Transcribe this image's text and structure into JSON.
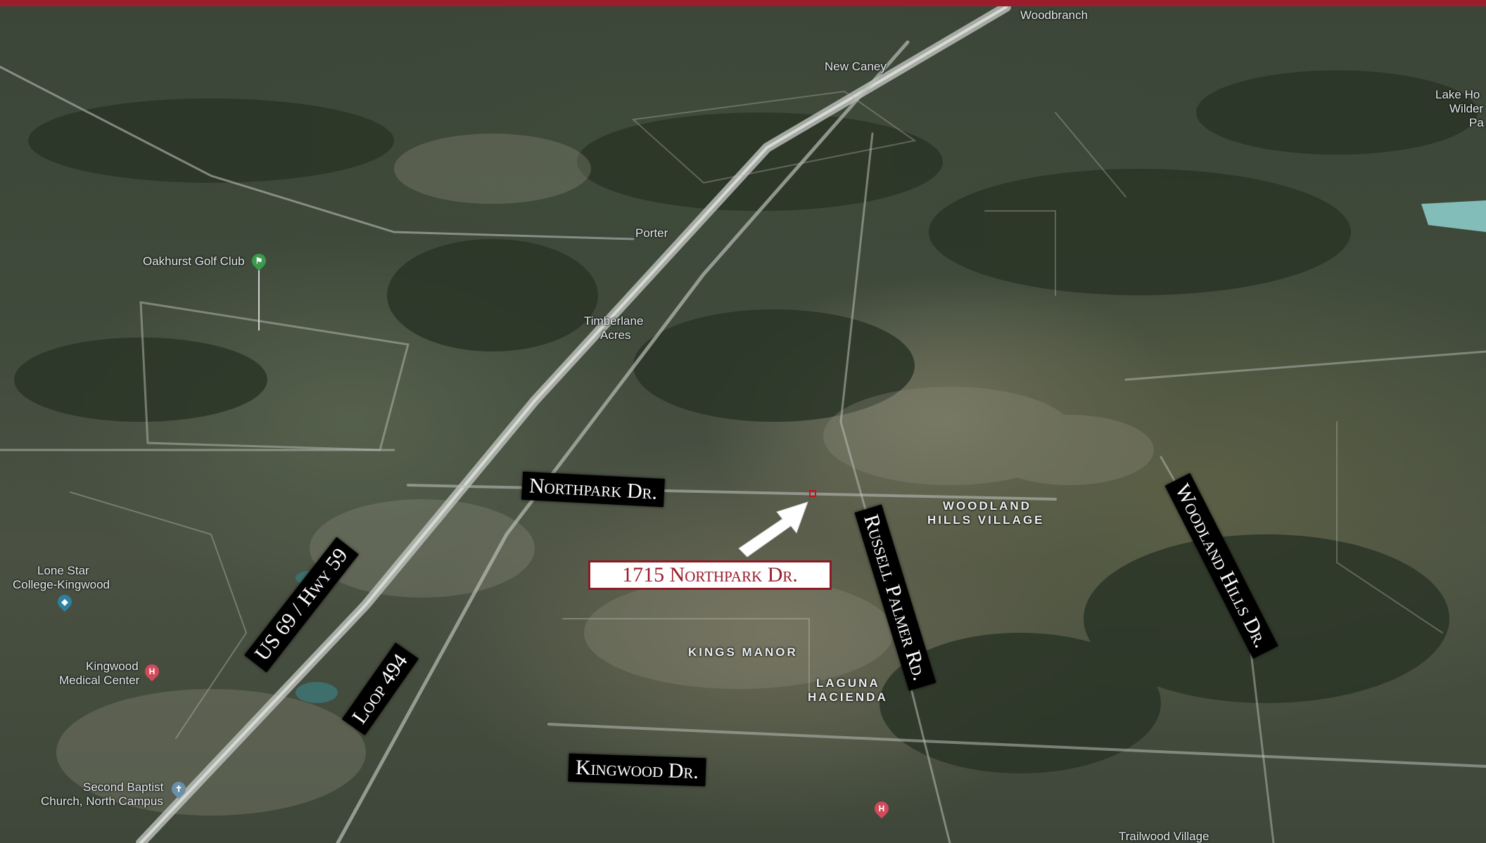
{
  "map": {
    "accent_color": "#9b1c2a",
    "property_callout": "1715 Northpark Dr.",
    "road_labels": {
      "northpark": "Northpark Dr.",
      "us69": "US 69 / Hwy 59",
      "loop494": "Loop 494",
      "russell_palmer": "Russell Palmer Rd.",
      "woodland_hills": "Woodland Hills Dr.",
      "kingwood": "Kingwood Dr."
    },
    "places": {
      "woodbranch": "Woodbranch",
      "new_caney": "New Caney",
      "lake_houston_1": "Lake Ho",
      "lake_houston_2": "Wilder",
      "lake_houston_3": "Pa",
      "porter": "Porter",
      "oakhurst": "Oakhurst Golf Club",
      "timberlane_1": "Timberlane",
      "timberlane_2": "Acres",
      "woodland_village_1": "WOODLAND",
      "woodland_village_2": "HILLS VILLAGE",
      "lone_star_1": "Lone Star",
      "lone_star_2": "College-Kingwood",
      "kingwood_med_1": "Kingwood",
      "kingwood_med_2": "Medical Center",
      "kings_manor": "KINGS MANOR",
      "laguna_1": "LAGUNA",
      "laguna_2": "HACIENDA",
      "second_baptist_1": "Second Baptist",
      "second_baptist_2": "Church, North Campus",
      "trailwood": "Trailwood Village"
    },
    "icons": {
      "golf": "golf-flag-icon",
      "college": "school-icon",
      "hospital": "hospital-icon",
      "church": "church-icon"
    }
  }
}
